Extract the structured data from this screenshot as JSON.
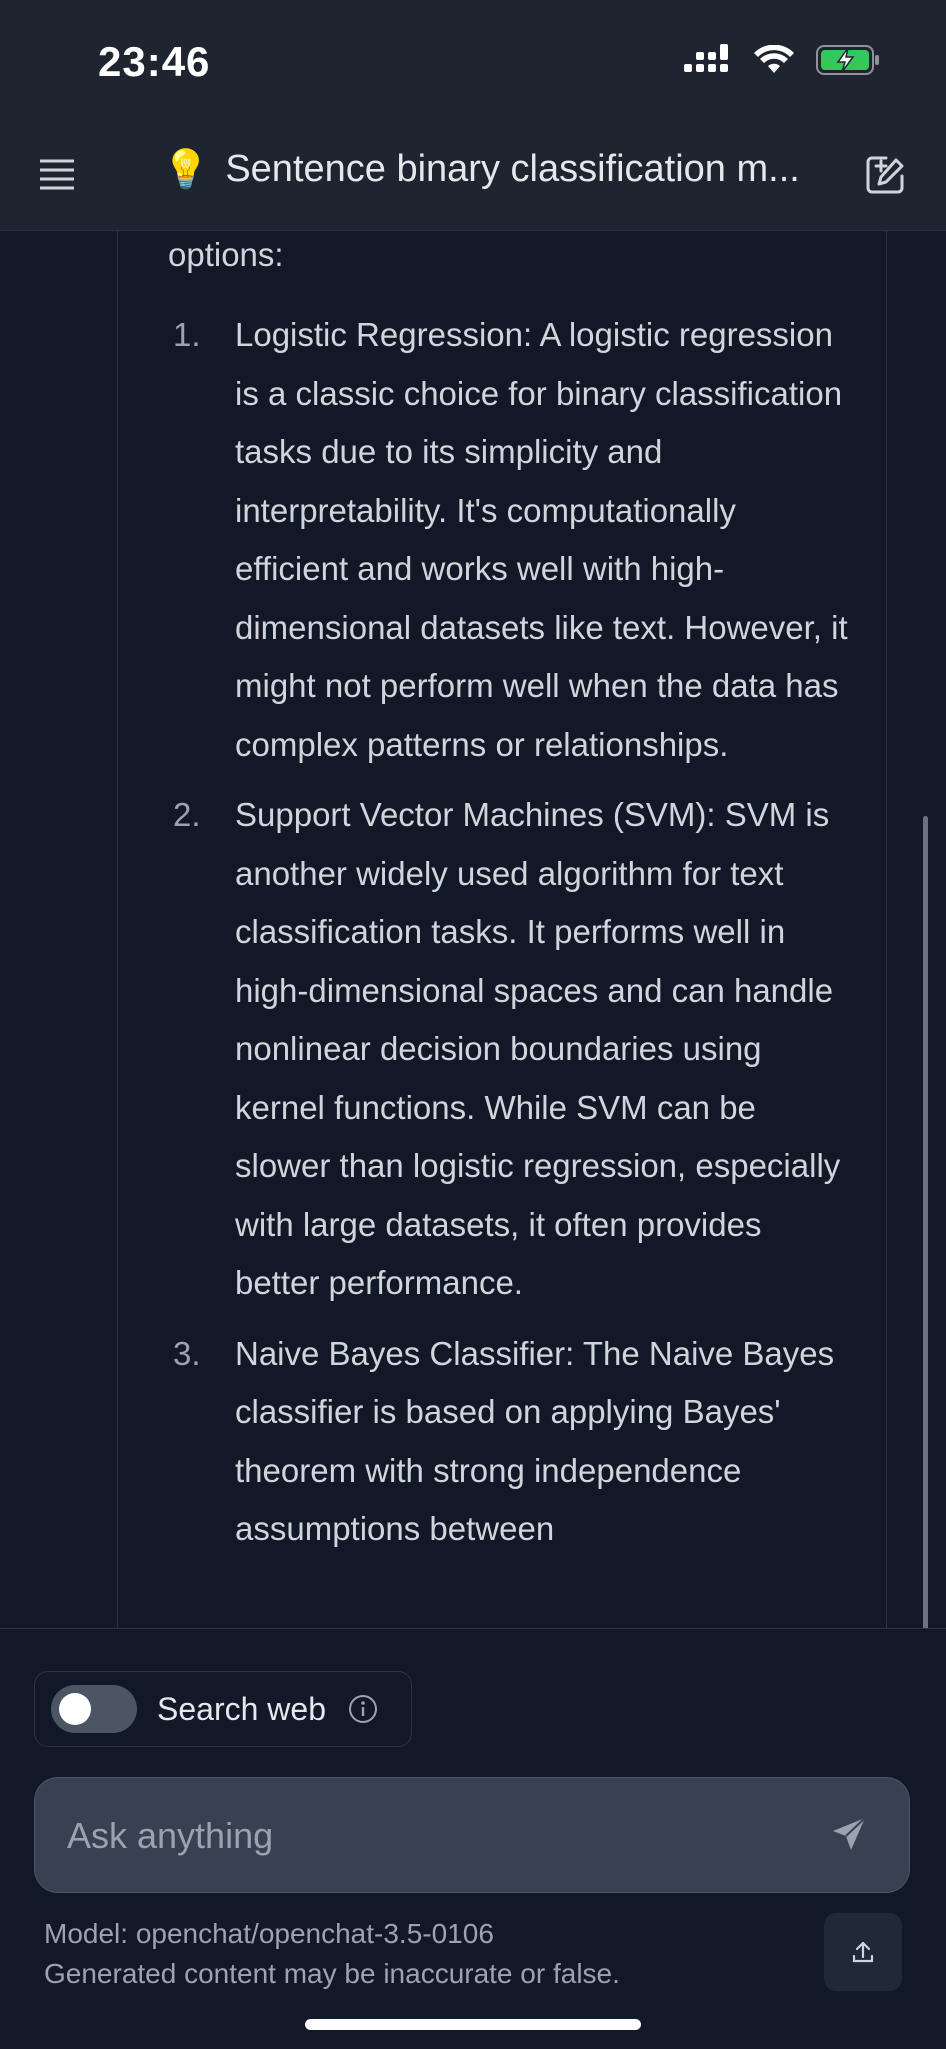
{
  "status": {
    "time": "23:46"
  },
  "header": {
    "title": "Sentence binary classification m...",
    "emoji": "💡"
  },
  "conversation": {
    "intro": "options:",
    "items": [
      {
        "num": "1.",
        "text": "Logistic Regression: A logistic regression is a classic choice for binary classification tasks due to its simplicity and interpretability. It's computationally efficient and works well with high-dimensional datasets like text. However, it might not perform well when the data has complex patterns or relationships."
      },
      {
        "num": "2.",
        "text": "Support Vector Machines (SVM): SVM is another widely used algorithm for text classification tasks. It performs well in high-dimensional spaces and can handle nonlinear decision boundaries using kernel functions. While SVM can be slower than logistic regression, especially with large datasets, it often provides better performance."
      },
      {
        "num": "3.",
        "text": "Naive Bayes Classifier: The Naive Bayes classifier is based on applying Bayes' theorem with strong independence assumptions between"
      }
    ]
  },
  "composer": {
    "search_web_label": "Search web",
    "search_web_enabled": false,
    "placeholder": "Ask anything"
  },
  "footer": {
    "model_line": "Model: openchat/openchat-3.5-0106",
    "disclaimer": "Generated content may be inaccurate or false."
  },
  "icons": {
    "menu": "menu-icon",
    "new_chat": "edit-icon",
    "info": "info-icon",
    "send": "send-icon",
    "share": "share-icon"
  },
  "colors": {
    "background": "#111827",
    "bar": "#1e2530",
    "battery": "#34c759"
  }
}
